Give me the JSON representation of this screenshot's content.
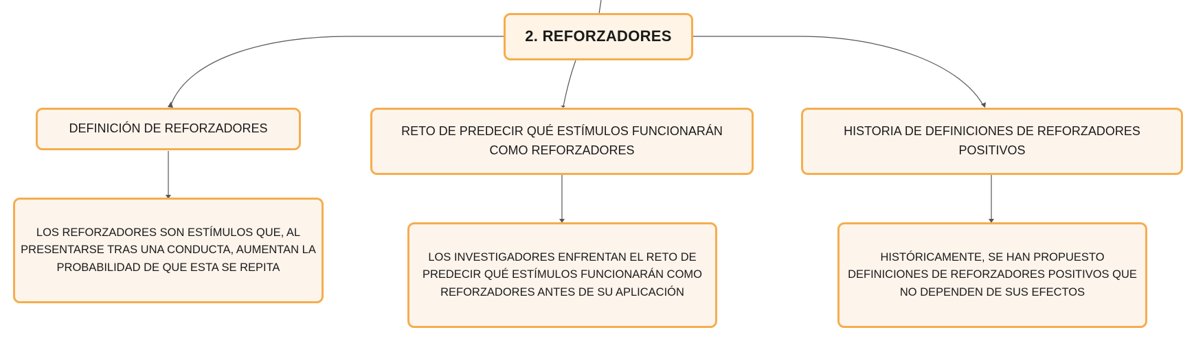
{
  "root": {
    "label": "2. REFORZADORES"
  },
  "branches": [
    {
      "title": "DEFINICIÓN DE REFORZADORES",
      "detail": "LOS REFORZADORES SON ESTÍMULOS QUE, AL PRESENTARSE TRAS UNA CONDUCTA, AUMENTAN LA PROBABILIDAD DE QUE ESTA SE REPITA"
    },
    {
      "title": "RETO DE PREDECIR QUÉ ESTÍMULOS FUNCIONARÁN COMO REFORZADORES",
      "detail": "LOS INVESTIGADORES ENFRENTAN EL RETO DE PREDECIR QUÉ ESTÍMULOS FUNCIONARÁN COMO REFORZADORES ANTES DE SU APLICACIÓN"
    },
    {
      "title": "HISTORIA DE DEFINICIONES DE REFORZADORES POSITIVOS",
      "detail": "HISTÓRICAMENTE, SE HAN PROPUESTO DEFINICIONES DE REFORZADORES POSITIVOS QUE NO DEPENDEN DE SUS EFECTOS"
    }
  ],
  "colors": {
    "node_border": "#f5ad4d",
    "node_fill": "#fdf4ec",
    "root_fill": "#fff4e6",
    "connector": "#555555",
    "text": "#1a1a1a"
  }
}
